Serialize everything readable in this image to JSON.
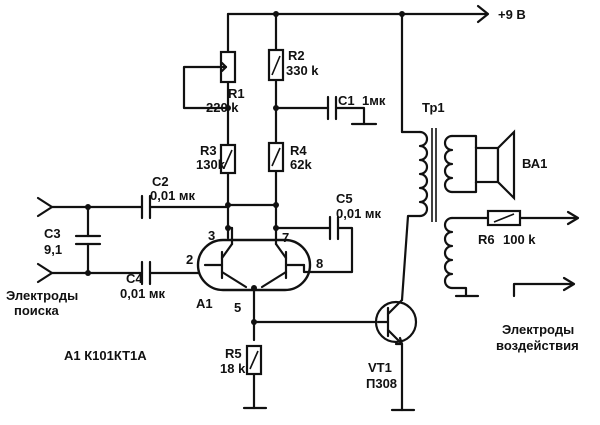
{
  "supply": {
    "label": "+9 В"
  },
  "components": {
    "R1": {
      "name": "R1",
      "value": "220 k"
    },
    "R2": {
      "name": "R2",
      "value": "330 k"
    },
    "R3": {
      "name": "R3",
      "value": "130k"
    },
    "R4": {
      "name": "R4",
      "value": "62k"
    },
    "R5": {
      "name": "R5",
      "value": "18 k"
    },
    "R6": {
      "name": "R6",
      "value": "100 k"
    },
    "C1": {
      "name": "C1",
      "value": "1мк"
    },
    "C2": {
      "name": "C2",
      "value": "0,01 мк"
    },
    "C3": {
      "name": "C3",
      "value": "9,1"
    },
    "C4": {
      "name": "C4",
      "value": "0,01 мк"
    },
    "C5": {
      "name": "C5",
      "value": "0,01 мк"
    },
    "A1": {
      "name": "A1",
      "part": "А1 К101КТ1А"
    },
    "VT1": {
      "name": "VT1",
      "part": "П308"
    },
    "TR1": {
      "name": "Тр1"
    },
    "BA1": {
      "name": "ВА1"
    }
  },
  "pins": {
    "p2": "2",
    "p3": "3",
    "p5": "5",
    "p7": "7",
    "p8": "8"
  },
  "electrodes": {
    "search_line1": "Электроды",
    "search_line2": "поиска",
    "impact_line1": "Электроды",
    "impact_line2": "воздействия"
  }
}
